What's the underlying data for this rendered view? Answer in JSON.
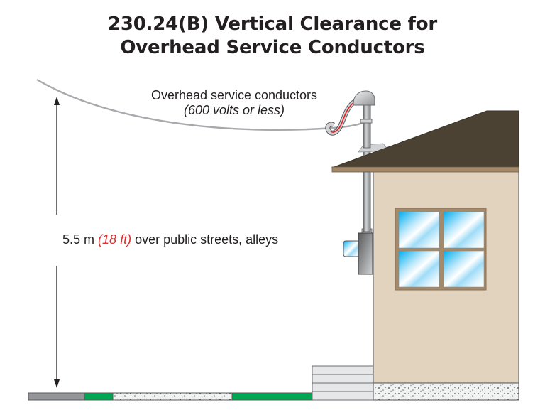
{
  "title": {
    "line1": "230.24(B) Vertical Clearance for",
    "line2": "Overhead Service Conductors"
  },
  "conductor_label": {
    "line1": "Overhead service conductors",
    "line2": "(600 volts or less)"
  },
  "clearance_label": {
    "metric": "5.5 m",
    "imperial": "(18 ft)",
    "description": "over public streets, alleys"
  },
  "colors": {
    "text": "#231f20",
    "accent_red": "#e22b2b",
    "roof": "#4b4233",
    "fascia": "#a48a6a",
    "wall": "#e2d3be",
    "window_frame": "#a48a6a",
    "glass": "#4cc3f0",
    "grass": "#00a651",
    "street": "#939598",
    "conduit": "#a7a9ac",
    "steps": "#e6e7e8"
  },
  "ground_segments": [
    "street",
    "grass",
    "sidewalk",
    "grass",
    "steps",
    "foundation"
  ]
}
